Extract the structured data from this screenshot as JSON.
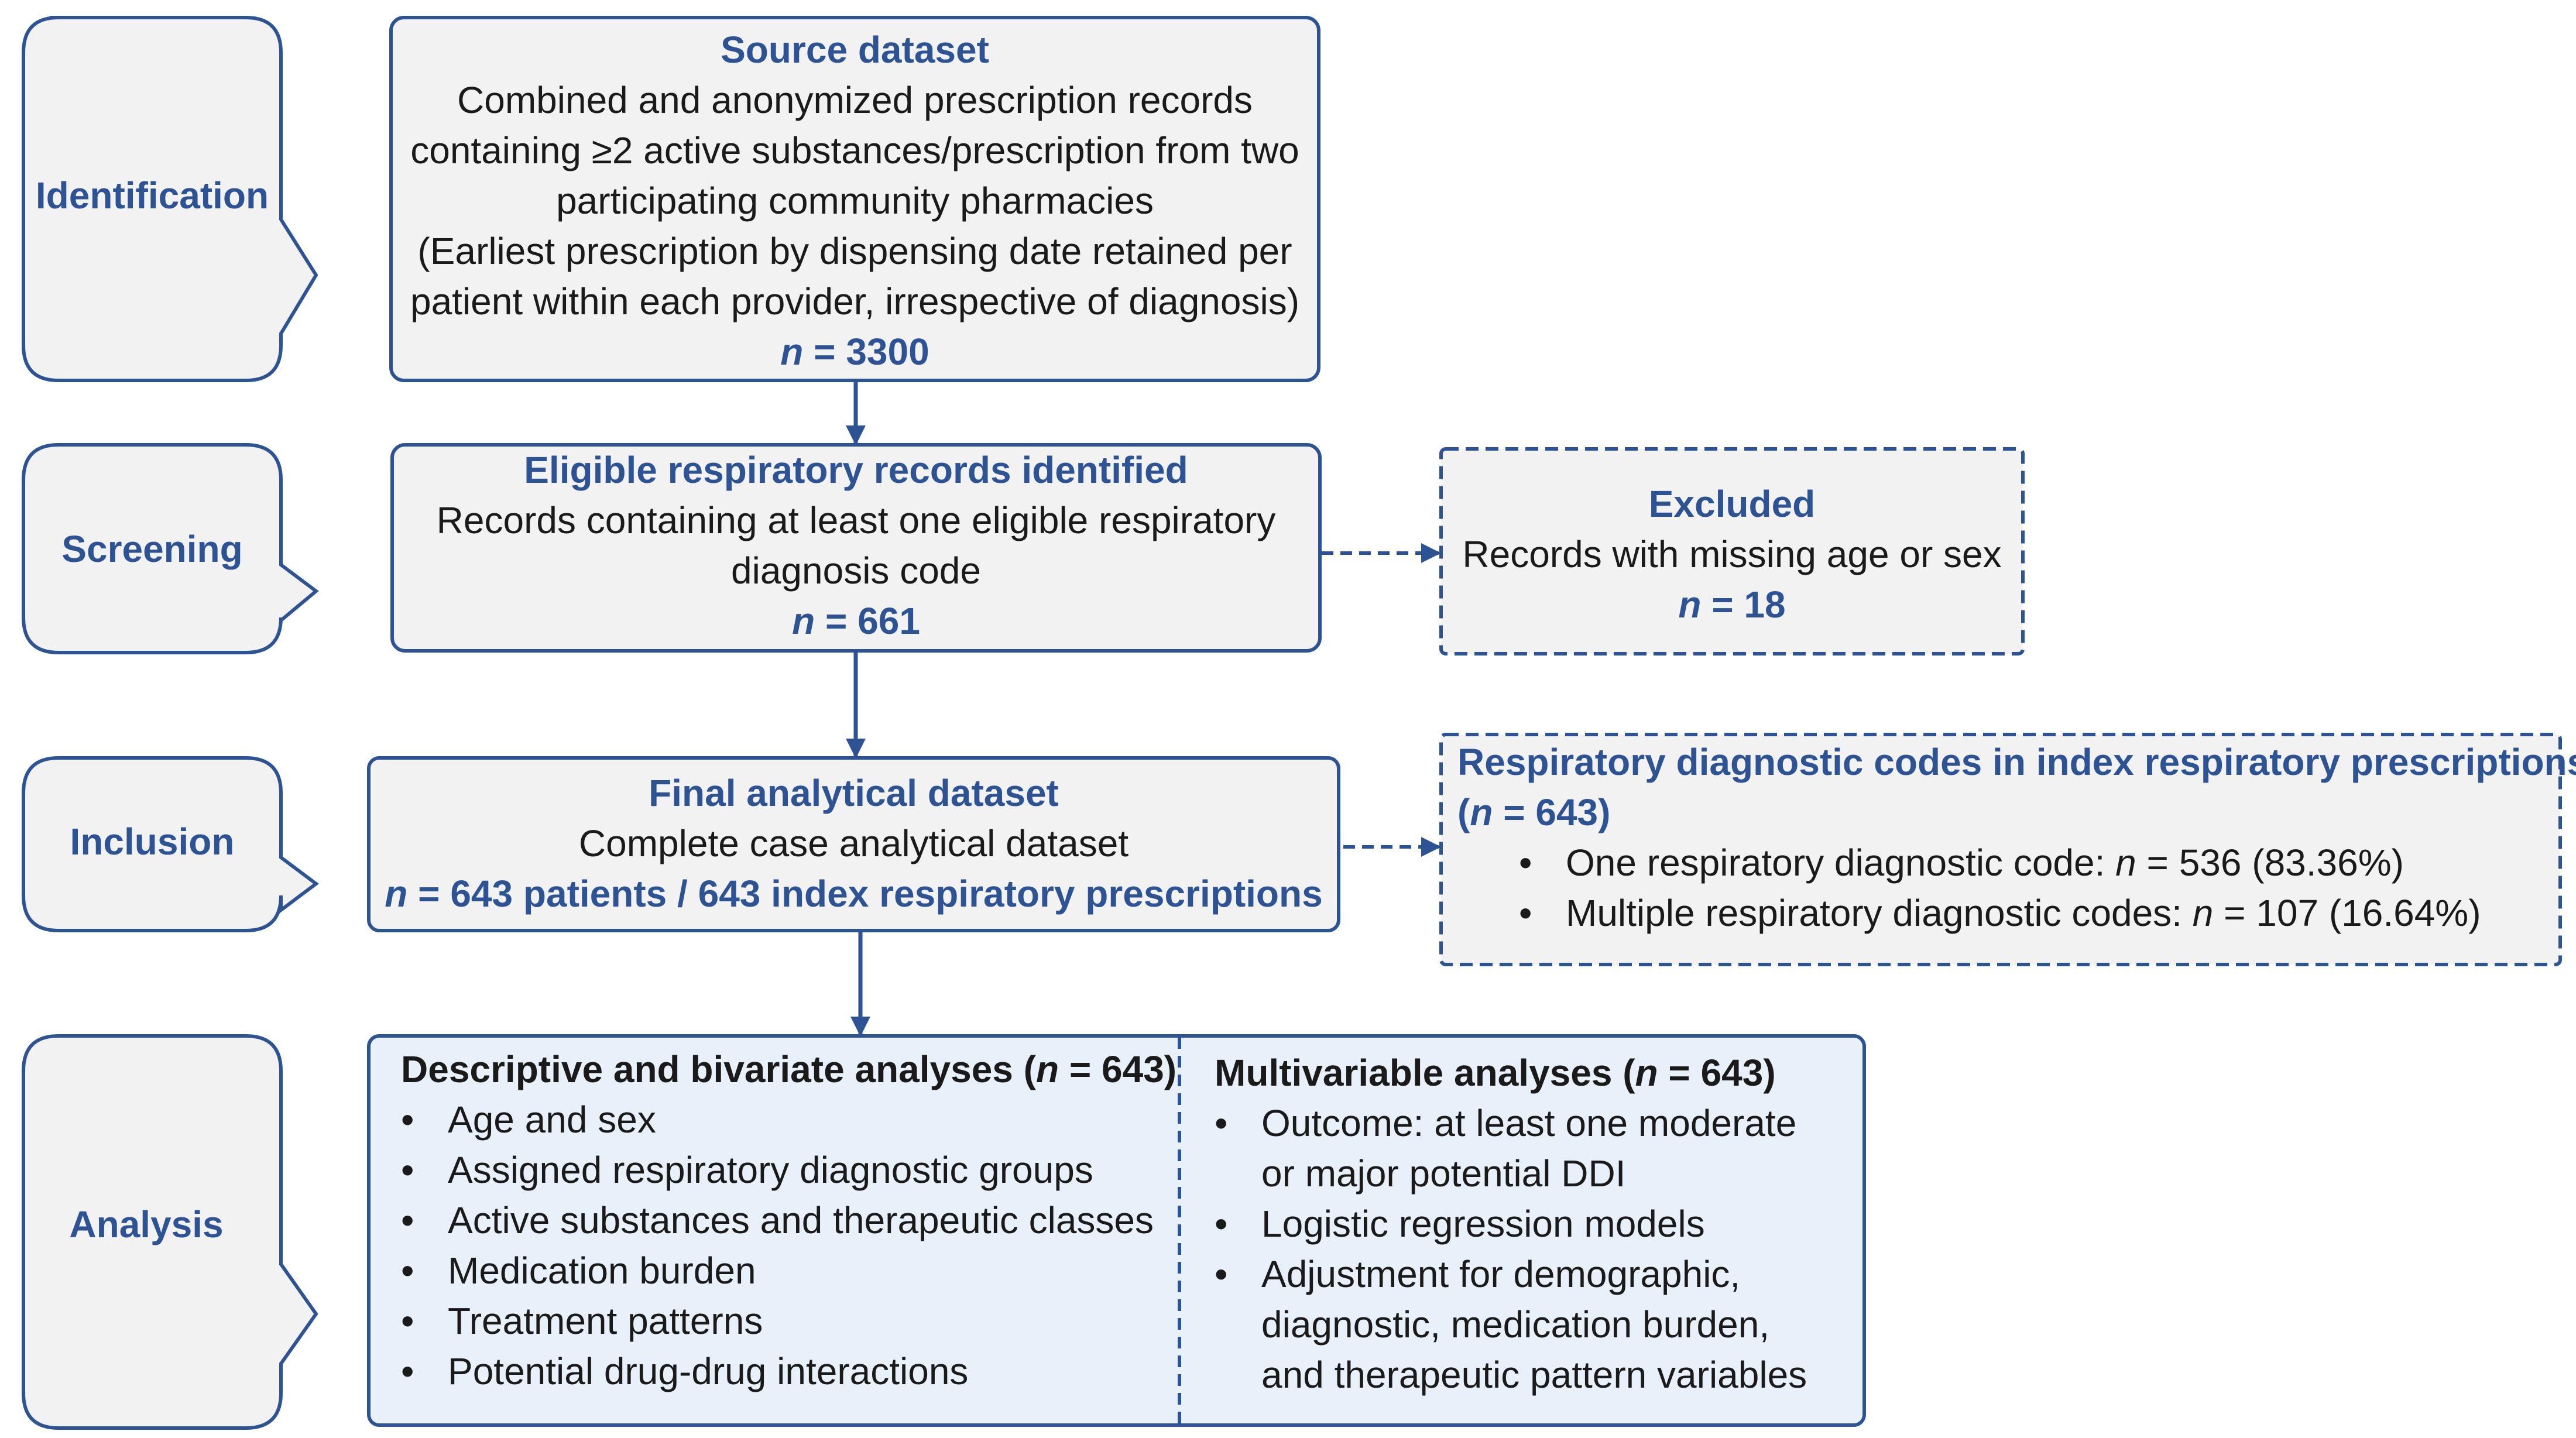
{
  "stages": {
    "identification": "Identification",
    "screening": "Screening",
    "inclusion": "Inclusion",
    "analysis": "Analysis"
  },
  "source_box": {
    "title": "Source dataset",
    "lines": [
      "Combined and anonymized prescription records",
      "containing ≥2 active substances/prescription from two",
      "participating community pharmacies",
      "(Earliest prescription by dispensing date retained per",
      "patient within each provider, irrespective of diagnosis)"
    ],
    "n_prefix": "n",
    "n_value": " = 3300"
  },
  "eligible_box": {
    "title": "Eligible respiratory records identified",
    "lines": [
      "Records containing at least one eligible respiratory",
      "diagnosis code"
    ],
    "n_prefix": "n",
    "n_value": " = 661"
  },
  "excluded_box": {
    "title": "Excluded",
    "line": "Records with missing age or sex",
    "n_prefix": "n",
    "n_value": " = 18"
  },
  "final_box": {
    "title": "Final analytical dataset",
    "line": "Complete case analytical dataset",
    "n_prefix": "n",
    "n_value": " = 643 patients / 643 index respiratory prescriptions"
  },
  "codes_box": {
    "title": "Respiratory diagnostic codes in index respiratory prescriptions",
    "title_n_open": "(",
    "title_n_prefix": "n",
    "title_n_value": " = 643)",
    "items": [
      {
        "label": "One respiratory diagnostic code: ",
        "n_prefix": "n",
        "value": " = 536 (83.36%)"
      },
      {
        "label": "Multiple respiratory diagnostic codes: ",
        "n_prefix": "n",
        "value": " = 107 (16.64%)"
      }
    ]
  },
  "analysis_box": {
    "left": {
      "title_pre": "Descriptive and bivariate analyses (",
      "title_n": "n",
      "title_post": " = 643)",
      "items": [
        "Age and sex",
        "Assigned respiratory diagnostic groups",
        "Active substances and therapeutic classes",
        "Medication burden",
        "Treatment patterns",
        "Potential drug-drug interactions"
      ]
    },
    "right": {
      "title_pre": "Multivariable analyses (",
      "title_n": "n",
      "title_post": " = 643)",
      "items": [
        [
          "Outcome: at least one moderate",
          "or major potential DDI"
        ],
        [
          "Logistic regression models"
        ],
        [
          "Adjustment for demographic,",
          "diagnostic, medication burden,",
          "and therapeutic pattern variables"
        ]
      ]
    }
  },
  "colors": {
    "accent": "#2e5395",
    "box_fill": "#f2f2f2",
    "analysis_fill": "#e8f1fa",
    "text": "#1a1a1a"
  }
}
